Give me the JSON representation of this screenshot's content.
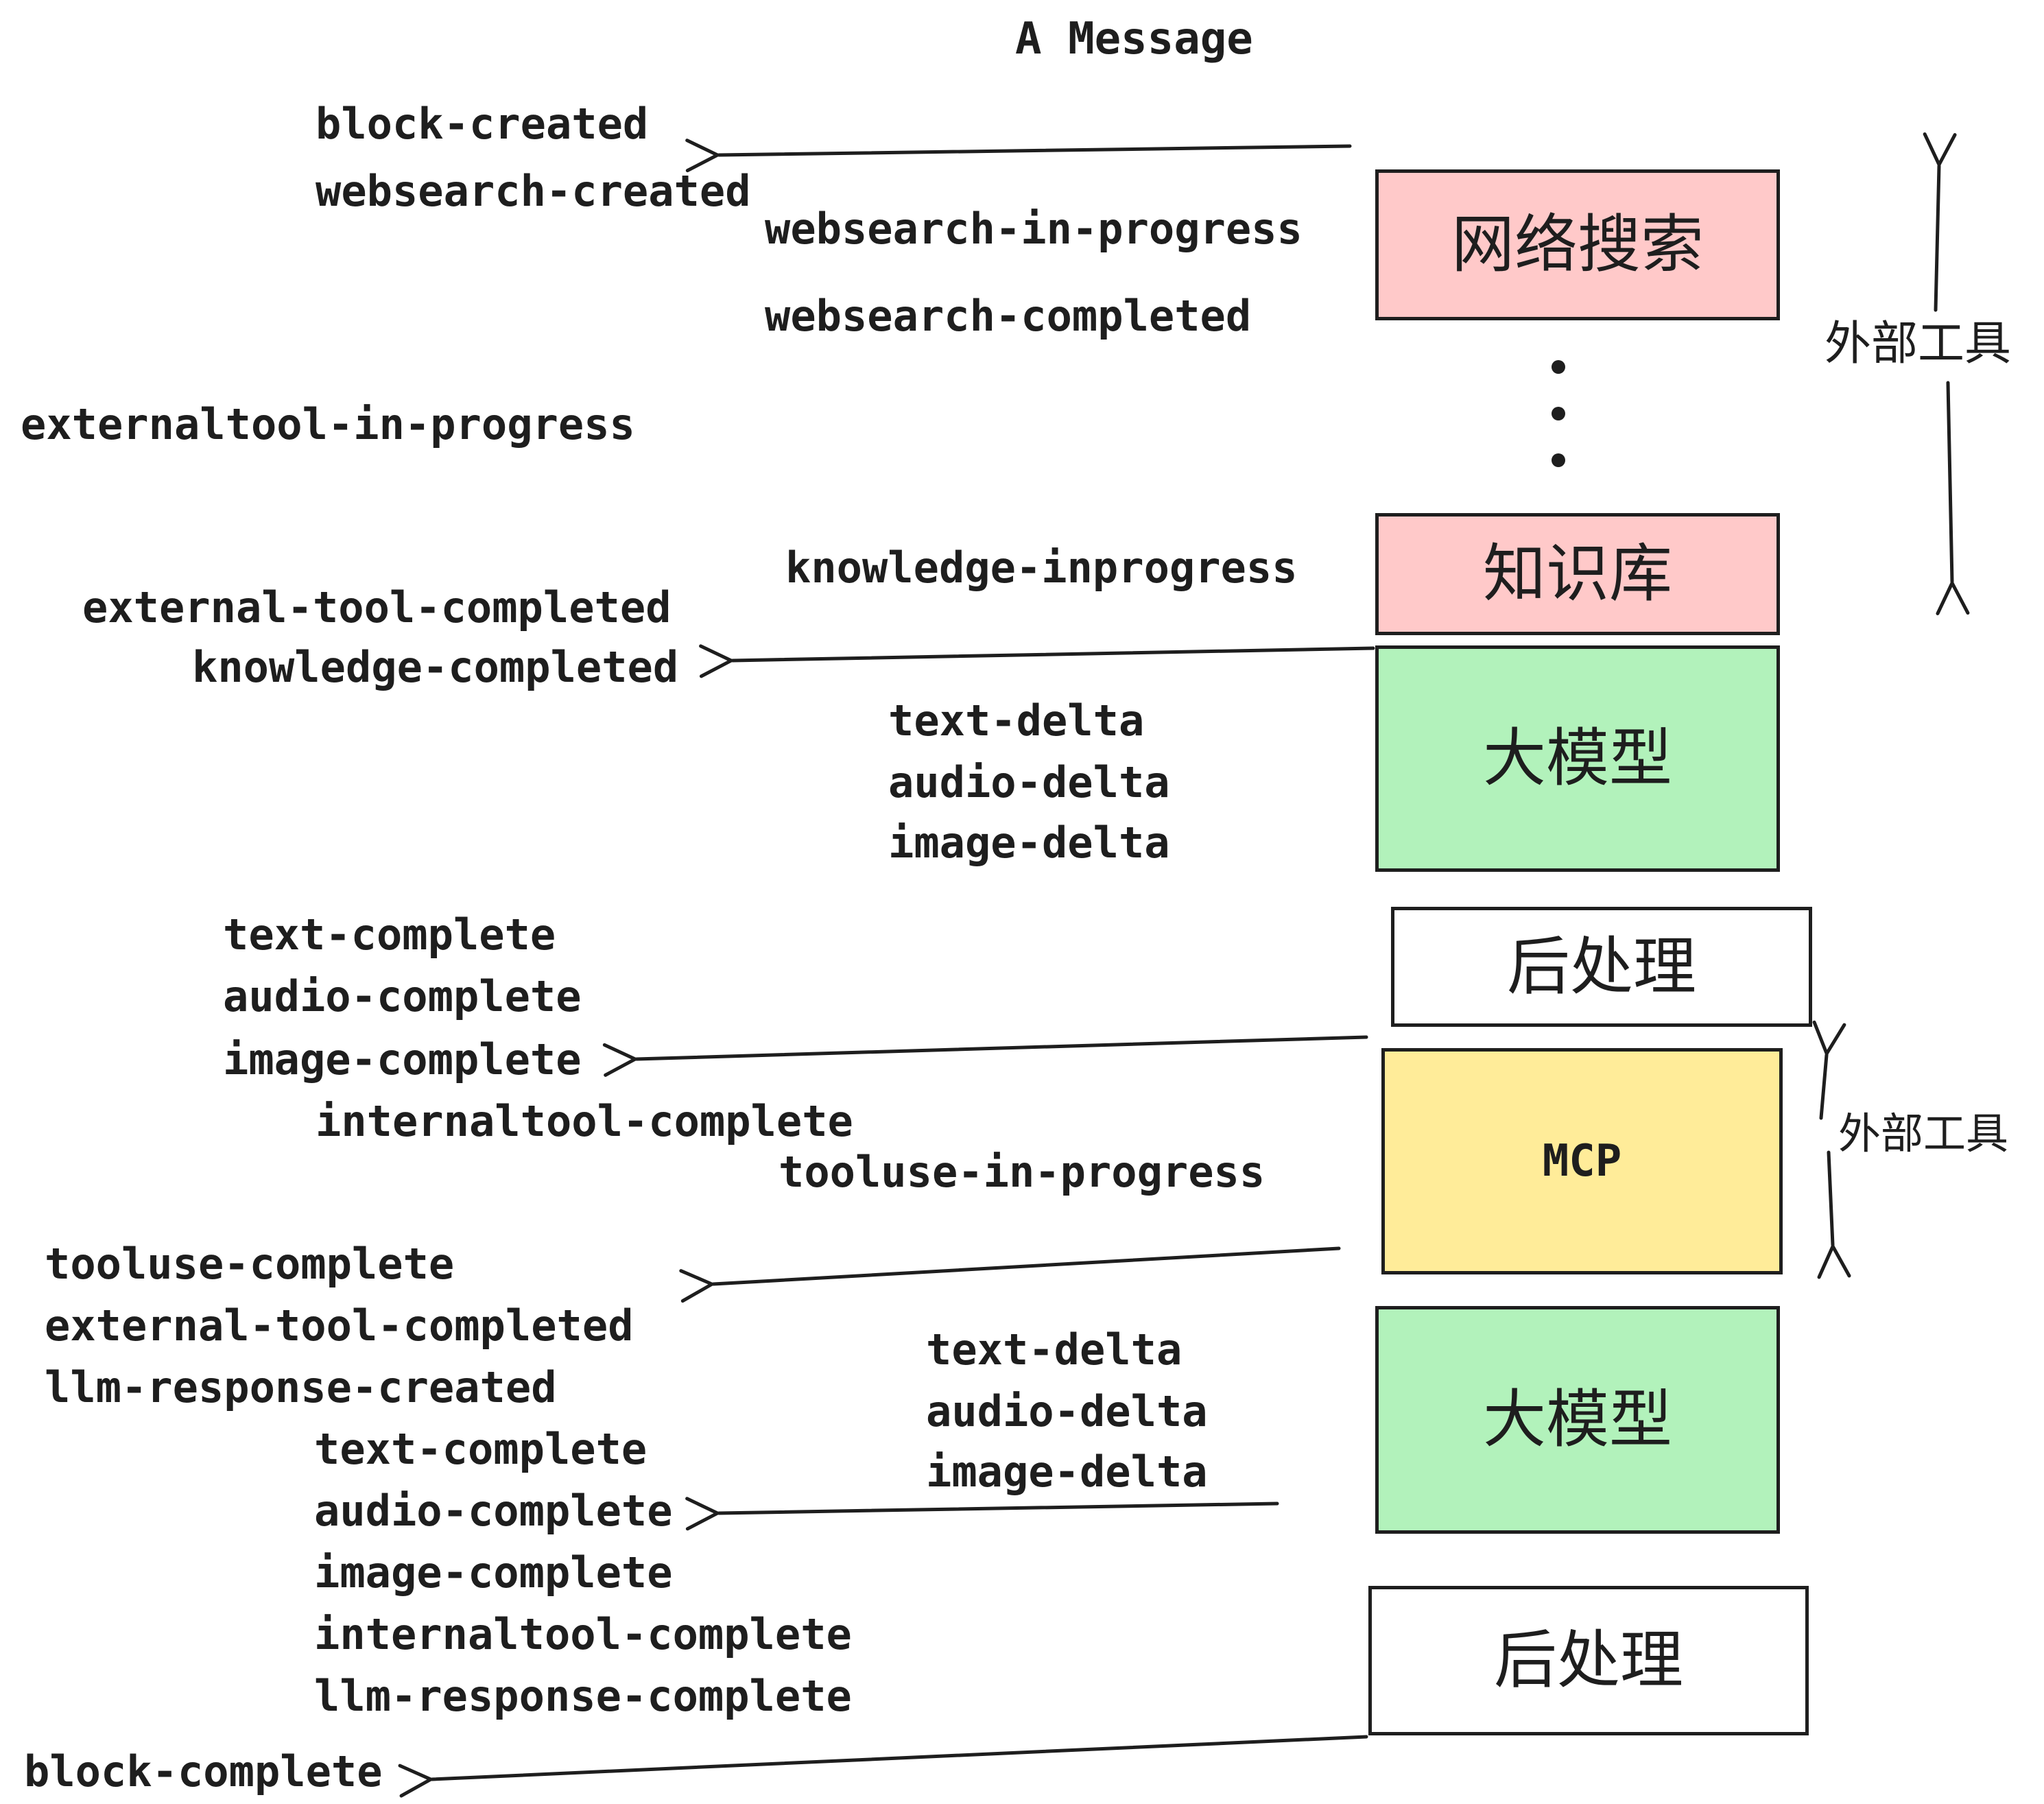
{
  "title": "A Message",
  "colors": {
    "stroke": "#1e1e1e",
    "pink": "#ffc9c9",
    "green": "#b2f2bb",
    "yellow": "#ffec99",
    "white": "#ffffff",
    "background": "#ffffff"
  },
  "boxes": [
    {
      "id": "websearch",
      "label": "网络搜索",
      "fill": "pink"
    },
    {
      "id": "knowledge",
      "label": "知识库",
      "fill": "pink"
    },
    {
      "id": "llm-1",
      "label": "大模型",
      "fill": "green"
    },
    {
      "id": "post-1",
      "label": "后处理",
      "fill": "white"
    },
    {
      "id": "mcp",
      "label": "MCP",
      "fill": "yellow"
    },
    {
      "id": "llm-2",
      "label": "大模型",
      "fill": "green"
    },
    {
      "id": "post-2",
      "label": "后处理",
      "fill": "white"
    }
  ],
  "side_labels": [
    {
      "text": "外部工具"
    },
    {
      "text": "外部工具"
    }
  ],
  "events": [
    {
      "text": "block-created"
    },
    {
      "text": "websearch-created"
    },
    {
      "text": "websearch-in-progress"
    },
    {
      "text": "websearch-completed"
    },
    {
      "text": "externaltool-in-progress"
    },
    {
      "text": "knowledge-inprogress"
    },
    {
      "text": "external-tool-completed"
    },
    {
      "text": "knowledge-completed"
    },
    {
      "text": "text-delta"
    },
    {
      "text": "audio-delta"
    },
    {
      "text": "image-delta"
    },
    {
      "text": "text-complete"
    },
    {
      "text": "audio-complete"
    },
    {
      "text": "image-complete"
    },
    {
      "text": "internaltool-complete"
    },
    {
      "text": "tooluse-in-progress"
    },
    {
      "text": "tooluse-complete"
    },
    {
      "text": "external-tool-completed"
    },
    {
      "text": "llm-response-created"
    },
    {
      "text": "text-complete"
    },
    {
      "text": "audio-complete"
    },
    {
      "text": "image-complete"
    },
    {
      "text": "internaltool-complete"
    },
    {
      "text": "llm-response-complete"
    },
    {
      "text": "text-delta"
    },
    {
      "text": "audio-delta"
    },
    {
      "text": "image-delta"
    },
    {
      "text": "block-complete"
    }
  ]
}
